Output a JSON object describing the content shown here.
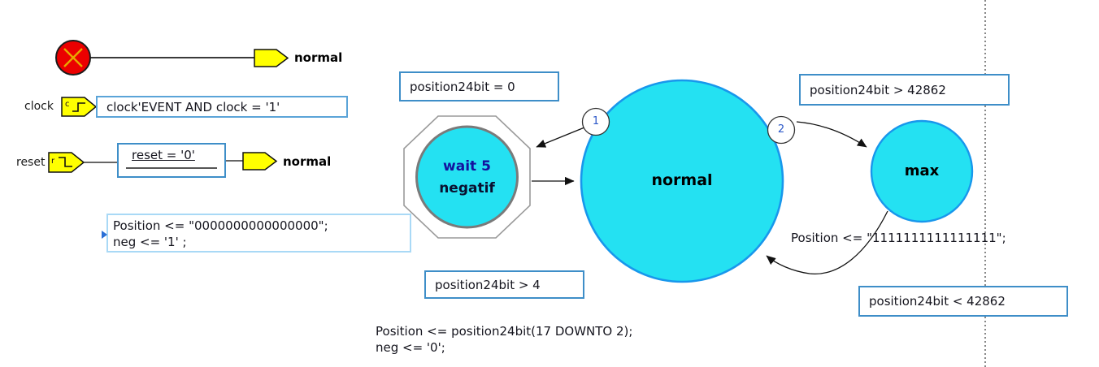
{
  "colors": {
    "state_fill": "#24e1f2",
    "state_border": "#1897ec",
    "wait_inner_border": "#7a7a7a",
    "octagon_border": "#9a9a9a",
    "condition_border": "#3e8ec8",
    "action_border": "#a9d9f6",
    "port_fill": "#ffff00",
    "start_fill": "#eb0000",
    "start_cross": "#e8a800",
    "priority_number": "#2a57c8",
    "dotted_line": "#555555"
  },
  "start_transition": {
    "target_label": "normal"
  },
  "ports": {
    "clock": {
      "label": "clock",
      "icon_letter": "c",
      "condition": "clock'EVENT AND clock = '1'"
    },
    "reset": {
      "label": "reset",
      "icon_letter": "r",
      "condition": "reset = '0'",
      "target_label": "normal"
    }
  },
  "reset_action": {
    "line1": "Position <= \"0000000000000000\";",
    "line2": "neg <= '1' ;"
  },
  "states": {
    "wait": {
      "line1": "wait 5",
      "line2": "negatif"
    },
    "normal": {
      "label": "normal"
    },
    "max": {
      "label": "max"
    }
  },
  "transitions": {
    "normal_to_wait": {
      "priority": "1",
      "condition": "position24bit = 0"
    },
    "normal_to_max": {
      "priority": "2",
      "condition": "position24bit > 42862"
    },
    "wait_to_normal": {
      "condition": "position24bit > 4"
    },
    "max_to_normal": {
      "condition": "position24bit < 42862",
      "action": "Position <= \"1111111111111111\";"
    }
  },
  "normal_entry_action": {
    "line1": "Position <= position24bit(17 DOWNTO 2);",
    "line2": "neg <= '0';"
  }
}
